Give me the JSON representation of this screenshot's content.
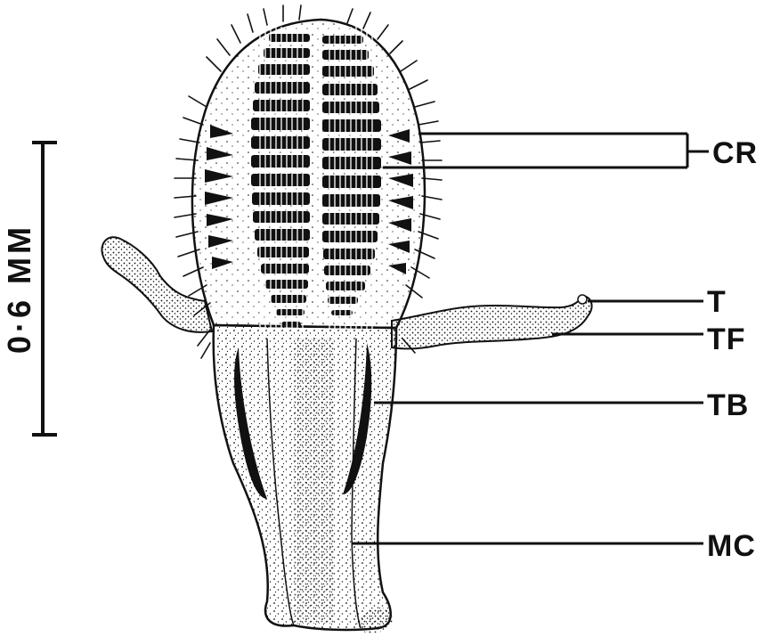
{
  "figure": {
    "scale_bar": {
      "label": "0·6 MM"
    },
    "labels": {
      "cr": "CR",
      "t": "T",
      "tf": "TF",
      "tb": "TB",
      "mc": "MC"
    },
    "colors": {
      "ink": "#111111",
      "paper": "#ffffff"
    }
  }
}
